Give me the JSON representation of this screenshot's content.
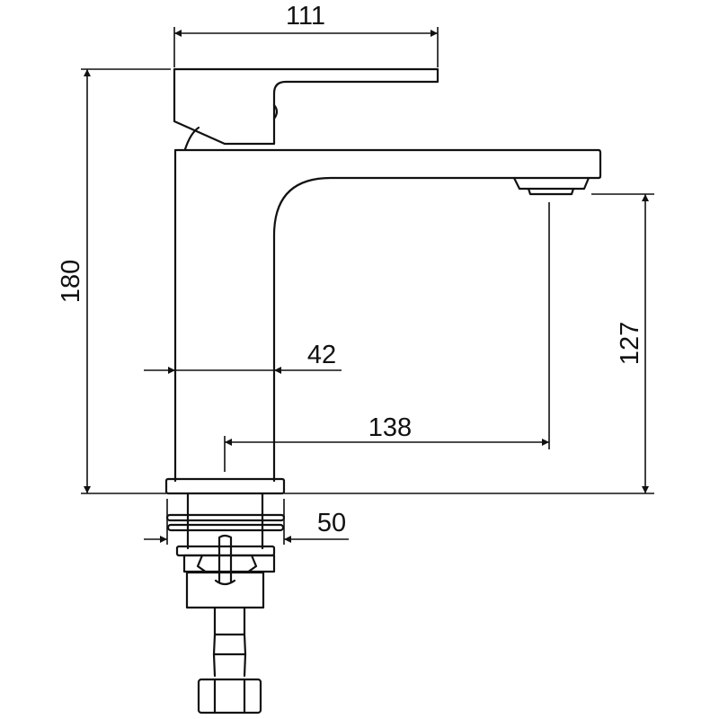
{
  "dimensions": {
    "handle_length": "111",
    "total_height": "180",
    "spout_height": "127",
    "body_width": "42",
    "spout_reach": "138",
    "base_diameter": "50"
  },
  "colors": {
    "line": "#111111",
    "background": "#ffffff"
  }
}
